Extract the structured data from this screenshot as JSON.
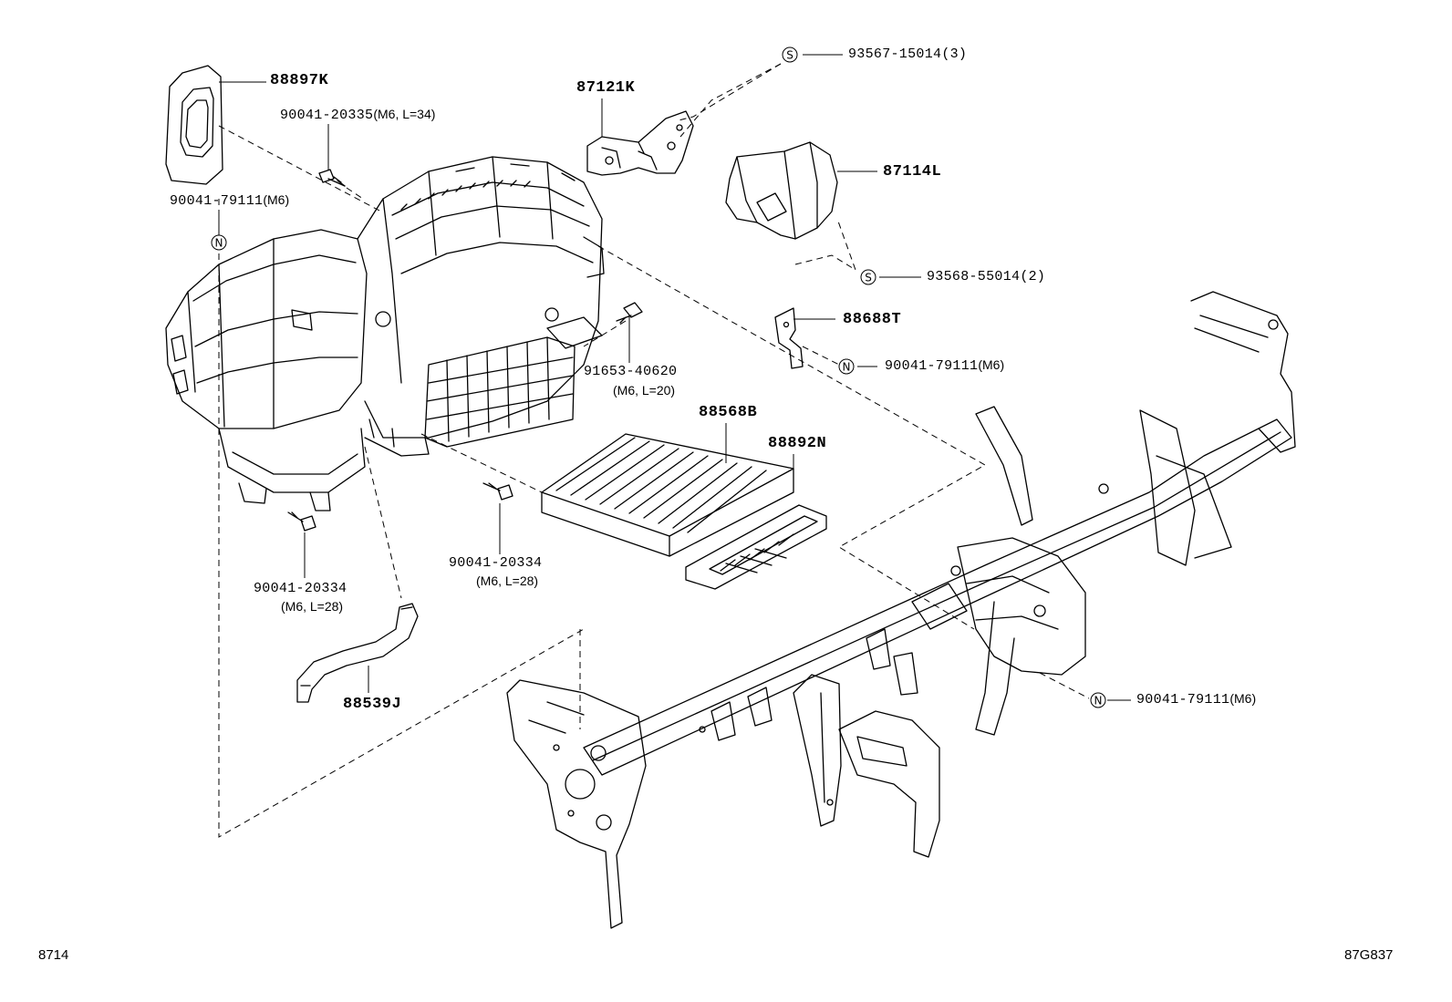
{
  "labels": {
    "p88897k": "88897K",
    "p90041_20335": "90041-20335",
    "spec_20335": "(M6, L=34)",
    "p90041_79111_left": "90041-79111",
    "spec_79111_left": "(M6)",
    "p87121k": "87121K",
    "p93567": "93567-15014(3)",
    "p87114l": "87114L",
    "p93568": "93568-55014(2)",
    "p88688t": "88688T",
    "p90041_79111_mid": "90041-79111",
    "spec_79111_mid": "(M6)",
    "p91653": "91653-40620",
    "spec_91653": "(M6, L=20)",
    "p88568b": "88568B",
    "p88892n": "88892N",
    "p90041_20334_a": "90041-20334",
    "spec_20334_a": "(M6, L=28)",
    "p90041_20334_b": "90041-20334",
    "spec_20334_b": "(M6, L=28)",
    "p88539j": "88539J",
    "p90041_79111_right": "90041-79111",
    "spec_79111_right": "(M6)"
  },
  "symbols": {
    "s": "S",
    "n": "N"
  },
  "footer": {
    "left": "8714",
    "right": "87G837"
  }
}
